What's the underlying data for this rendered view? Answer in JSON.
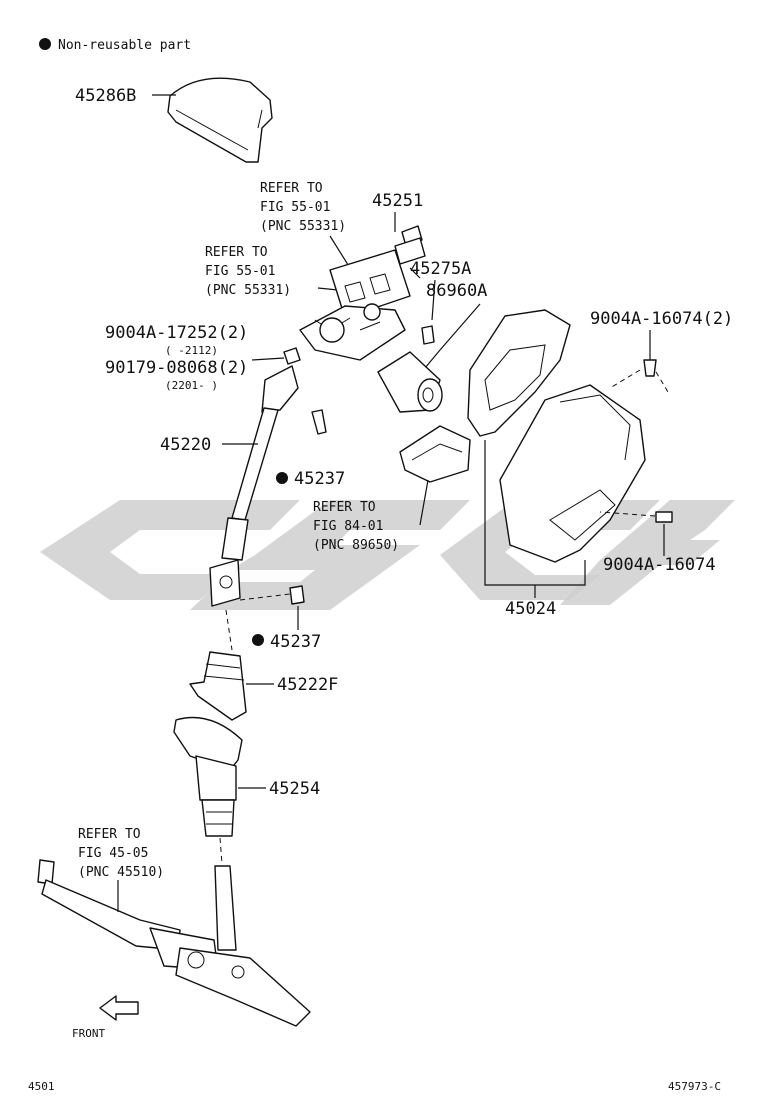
{
  "legend": {
    "symbol": "●",
    "text": "Non-reusable part"
  },
  "labels": {
    "p45286B": "45286B",
    "refer1_l1": "REFER TO",
    "refer1_l2": "FIG 55-01",
    "refer1_l3": "(PNC 55331)",
    "p45251": "45251",
    "refer2_l1": "REFER TO",
    "refer2_l2": "FIG 55-01",
    "refer2_l3": "(PNC 55331)",
    "p45275A": "45275A",
    "p86960A": "86960A",
    "p9004A_17252": "9004A-17252(2)",
    "range1": "(      -2112)",
    "p90179_08068": "90179-08068(2)",
    "range2": "(2201-      )",
    "p9004A_16074_2": "9004A-16074(2)",
    "p45220": "45220",
    "p45237_a": "45237",
    "refer3_l1": "REFER TO",
    "refer3_l2": "FIG 84-01",
    "refer3_l3": "(PNC 89650)",
    "p9004A_16074": "9004A-16074",
    "p45024": "45024",
    "p45237_b": "45237",
    "p45222F": "45222F",
    "p45254": "45254",
    "refer4_l1": "REFER TO",
    "refer4_l2": "FIG 45-05",
    "refer4_l3": "(PNC 45510)",
    "front": "FRONT",
    "page_ref": "4501",
    "diagram_id": "457973-C"
  }
}
